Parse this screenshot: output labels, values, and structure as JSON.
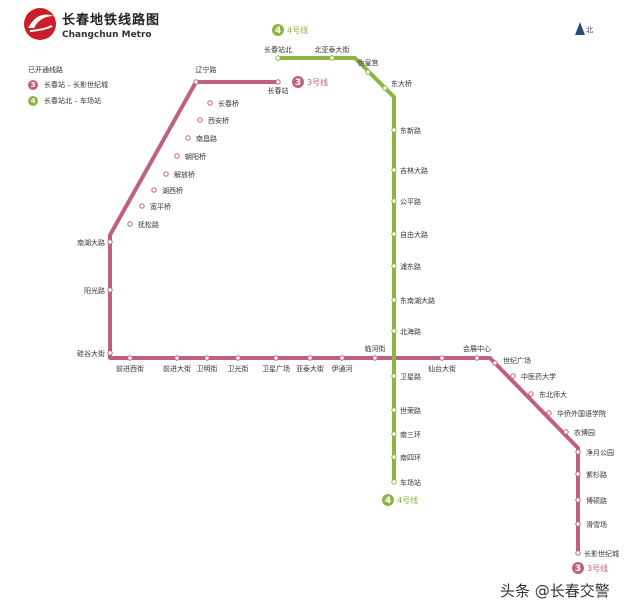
{
  "header": {
    "title": "长春地铁线路图",
    "subtitle": "Changchun Metro"
  },
  "legend": {
    "title": "已开通线路",
    "items": [
      {
        "number": "3",
        "label": "长春站 – 长影世纪城",
        "color": "#c0607f"
      },
      {
        "number": "4",
        "label": "长春站北 – 车场站",
        "color": "#8db543"
      }
    ]
  },
  "compass": {
    "label": "北",
    "icon": "north-arrow-icon"
  },
  "lines": {
    "line3": {
      "name": "3号线",
      "number": "3",
      "color": "#c0607f",
      "stations": [
        "长春站",
        "辽宁路",
        "长春桥",
        "西安桥",
        "南昌路",
        "朝阳桥",
        "解放桥",
        "湖西桥",
        "宽平桥",
        "抚松路",
        "南湖大路",
        "阳光路",
        "硅谷大街",
        "前进西街",
        "前进大街",
        "卫明街",
        "卫光街",
        "卫星广场",
        "亚泰大街",
        "伊通河",
        "临河街",
        "仙台大街",
        "会展中心",
        "世纪广场",
        "中医药大学",
        "东北师大",
        "华侨外国语学院",
        "农博园",
        "净月公园",
        "紫杉路",
        "博硕路",
        "滑雪场",
        "长影世纪城"
      ]
    },
    "line4": {
      "name": "4号线",
      "number": "4",
      "color": "#8db543",
      "stations": [
        "长春站北",
        "北亚泰大街",
        "伪皇宫",
        "东大桥",
        "东新路",
        "吉林大路",
        "公平路",
        "自由大路",
        "浦东路",
        "东南湖大路",
        "北海路",
        "卫星路",
        "世荣路",
        "南三环",
        "南四环",
        "车场站"
      ]
    }
  },
  "watermark": "头条 @长春交警"
}
